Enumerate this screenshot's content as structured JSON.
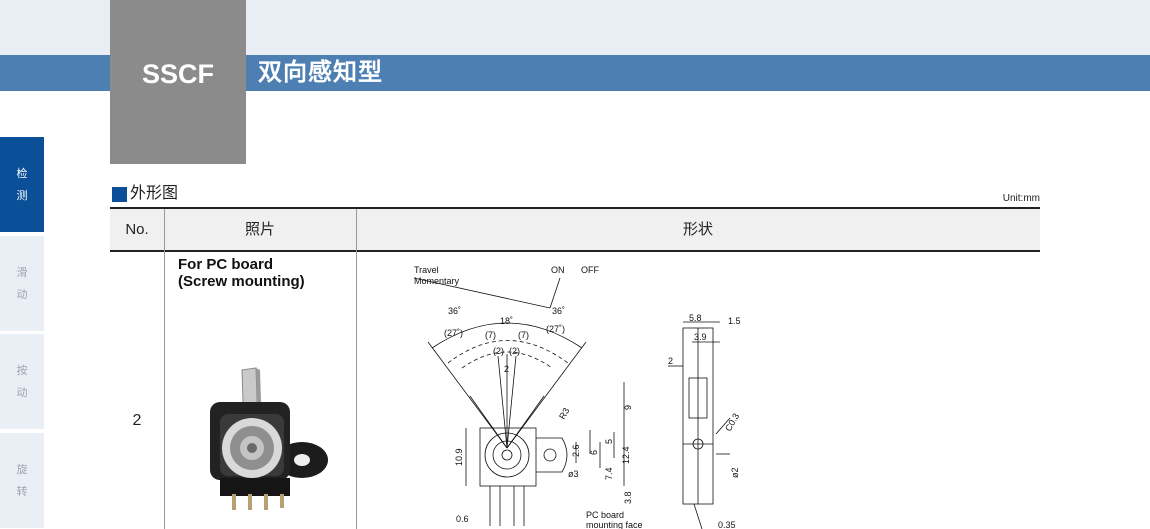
{
  "header": {
    "model": "SSCF",
    "title": "双向感知型"
  },
  "sidebar": {
    "items": [
      {
        "chars": [
          "检",
          "测"
        ],
        "active": true
      },
      {
        "chars": [
          "滑",
          "动"
        ],
        "active": false
      },
      {
        "chars": [
          "按",
          "动"
        ],
        "active": false
      },
      {
        "chars": [
          "旋",
          "转"
        ],
        "active": false
      }
    ]
  },
  "section": {
    "title": "外形图",
    "unit": "Unit:mm"
  },
  "table": {
    "headers": {
      "no": "No.",
      "photo": "照片",
      "shape": "形状"
    },
    "rows": [
      {
        "no": "2",
        "photo_title_line1": "For PC board",
        "photo_title_line2": "(Screw mounting)"
      }
    ]
  },
  "drawing": {
    "labels": {
      "travel": "Travel",
      "momentary": "Momentary",
      "on": "ON",
      "off": "OFF",
      "angle_36_left": "36˚",
      "angle_36_right": "36˚",
      "angle_27_left": "(27˚)",
      "angle_27_right": "(27˚)",
      "angle_18": "18˚",
      "dim_7_left": "(7)",
      "dim_7_right": "(7)",
      "dim_2_left": "(2)",
      "dim_2_right": "(2)",
      "dim_2_center": "2",
      "r3": "R3",
      "dim_9": "9",
      "dim_5": "5",
      "dim_2_6": "2.6",
      "dim_6": "6",
      "dim_12_4": "12.4",
      "dim_10_9": "10.9",
      "dim_7_4": "7.4",
      "dim_3_8": "3.8",
      "phi3": "ø3",
      "pc_board": "PC board",
      "mounting_face": "mounting face",
      "dim_0_6": "0.6",
      "dim_5_8": "5.8",
      "dim_1_5": "1.5",
      "dim_3_9": "3.9",
      "dim_2_side": "2",
      "c0_3": "C0.3",
      "phi2": "ø2",
      "dim_0_35": "0.35"
    }
  },
  "colors": {
    "title_bar": "#4d7fb3",
    "model_box": "#8b8b8b",
    "active_tab": "#0b4f99",
    "inactive_tab": "#eaeff5",
    "header_row": "#f0f0f0"
  }
}
